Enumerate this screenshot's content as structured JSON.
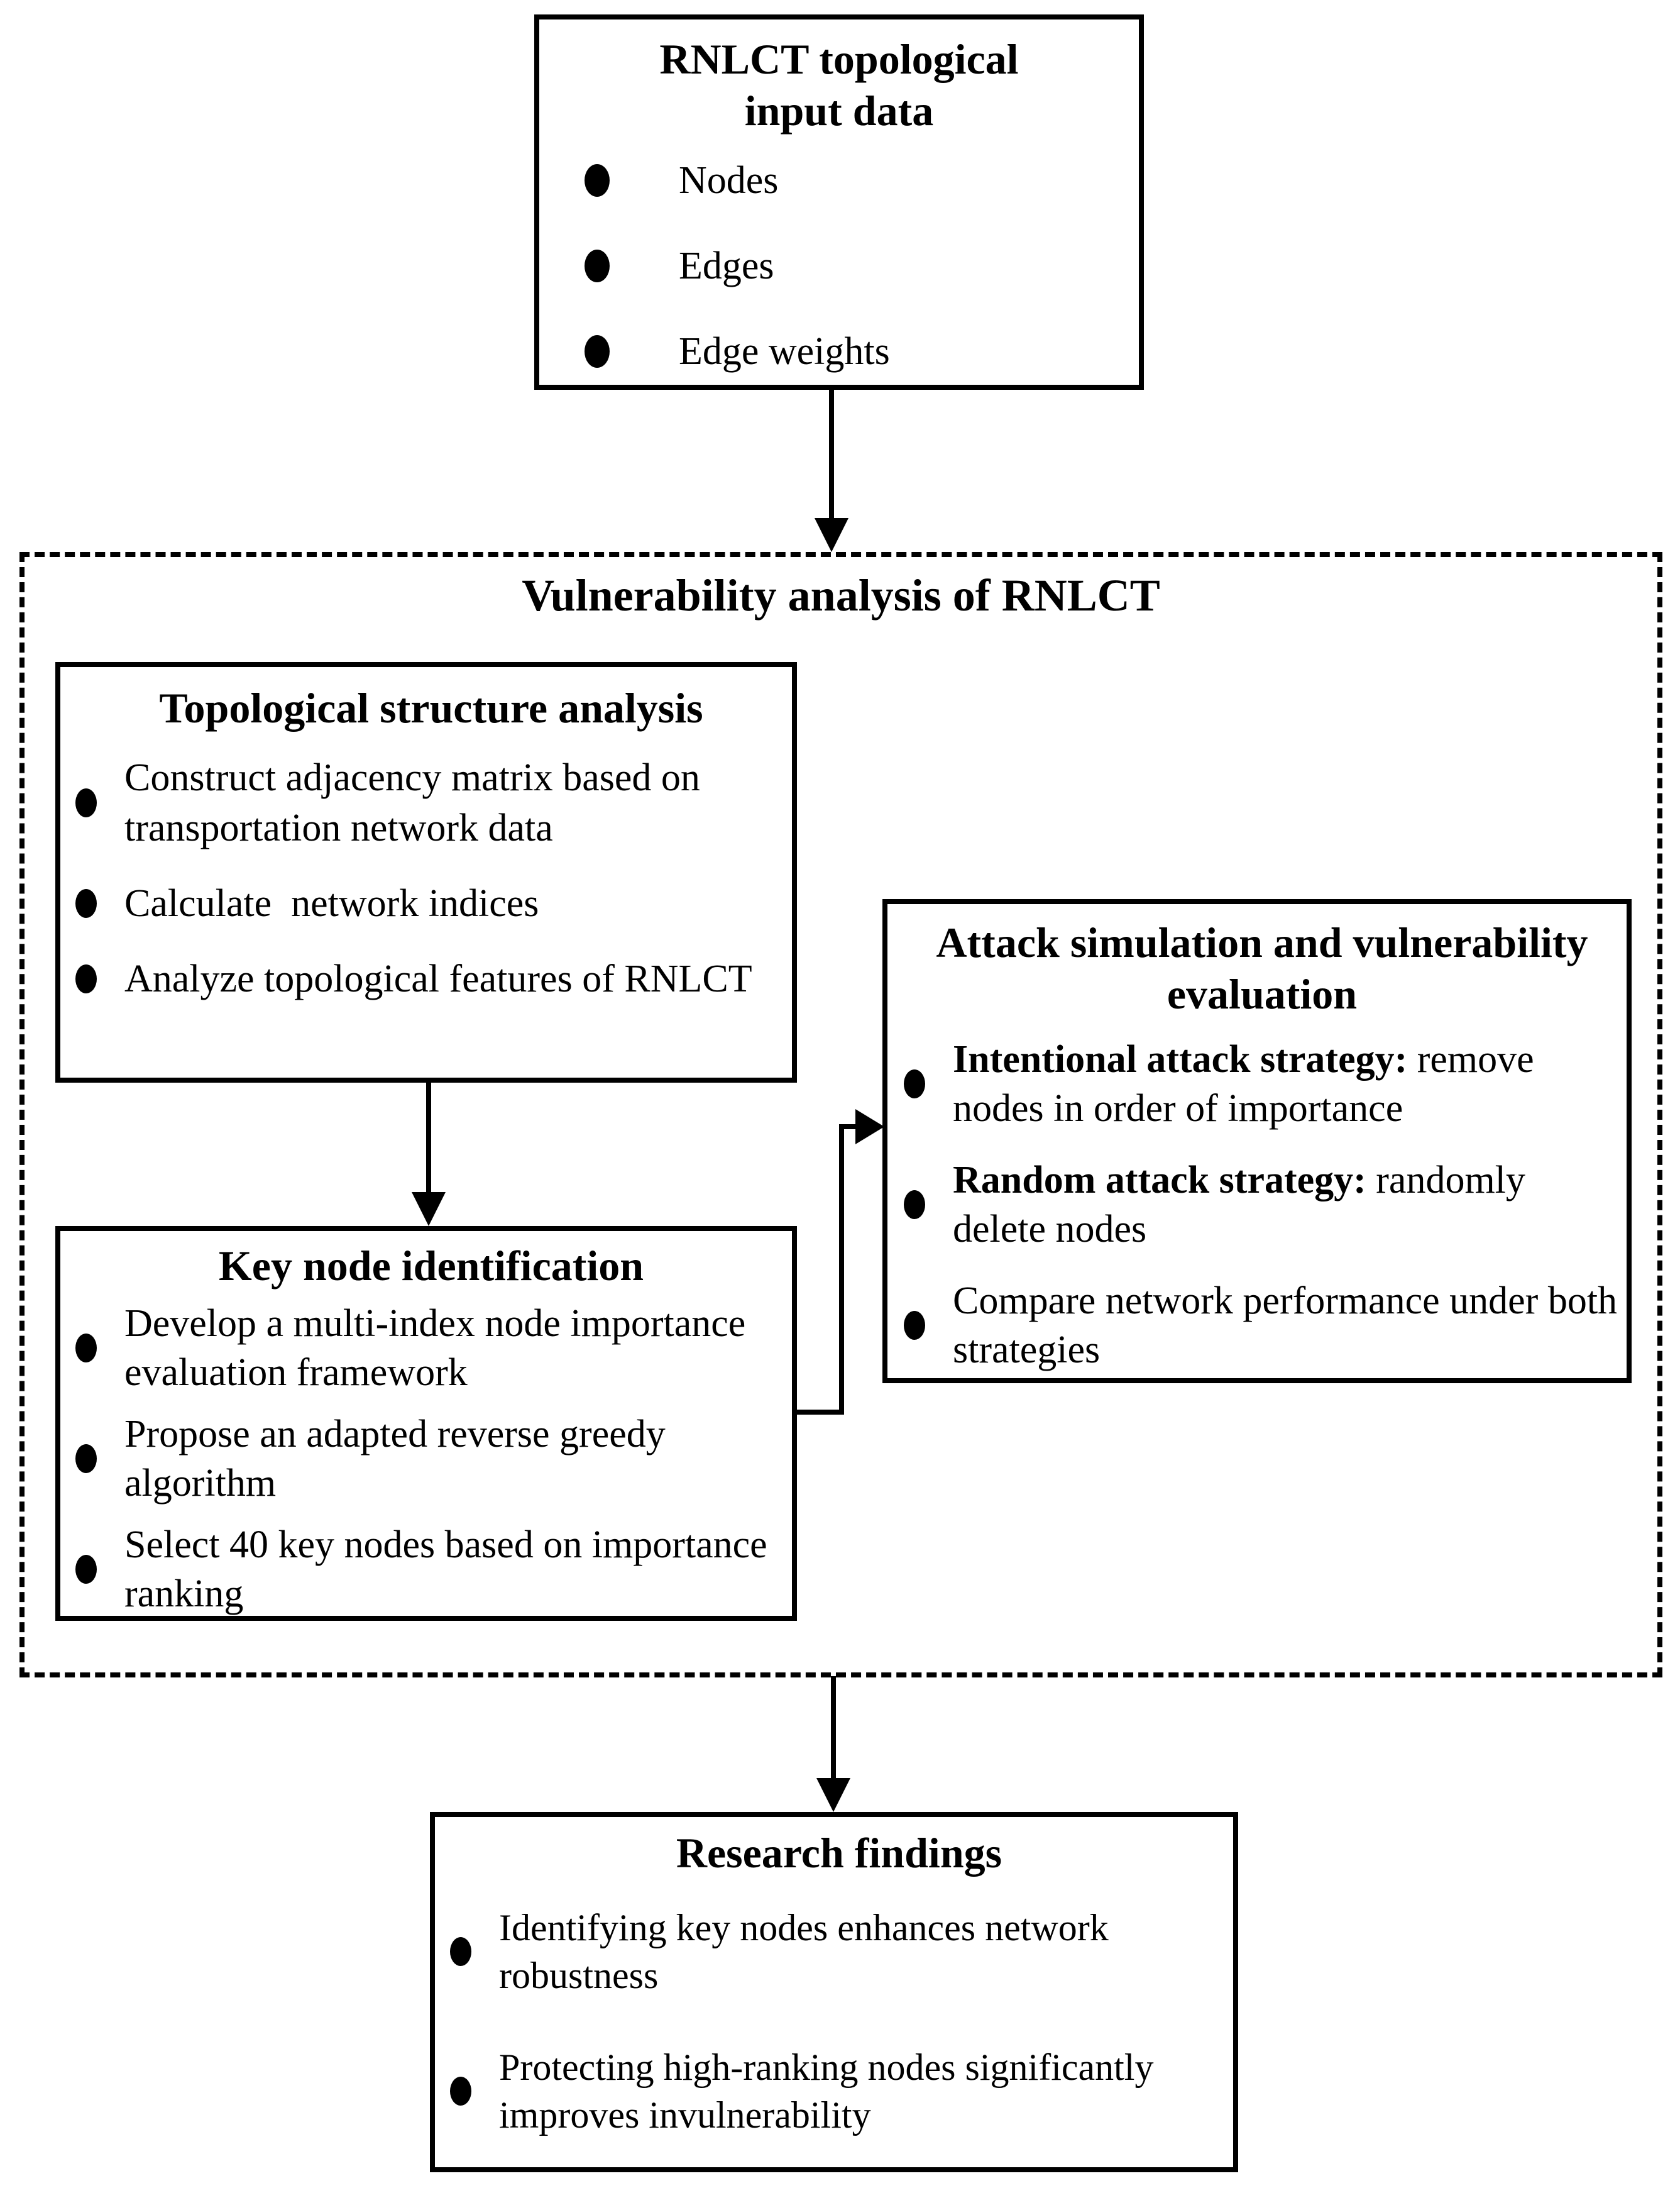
{
  "page": {
    "background": "#ffffff",
    "line_color": "#000000"
  },
  "input_box": {
    "title_line1": "RNLCT topological",
    "title_line2": "input data",
    "bullets": [
      "Nodes",
      "Edges",
      "Edge weights"
    ]
  },
  "vulnerability_container": {
    "title": "Vulnerability analysis of RNLCT",
    "topological_box": {
      "title": "Topological structure analysis",
      "bullets": [
        "Construct adjacency matrix based on transportation network data",
        "Calculate  network indices",
        "Analyze topological features of RNLCT"
      ]
    },
    "key_node_box": {
      "title": "Key node identification",
      "bullets": [
        "Develop a multi-index node importance evaluation framework",
        "Propose an adapted reverse greedy algorithm",
        "Select 40 key nodes based on importance ranking"
      ]
    },
    "attack_box": {
      "title_line1": "Attack simulation and vulnerability",
      "title_line2": "evaluation",
      "bullets": [
        {
          "lead": "Intentional attack strategy:",
          "rest": " remove nodes in order of importance"
        },
        {
          "lead": "Random attack strategy:",
          "rest": " randomly delete nodes"
        },
        {
          "lead": "",
          "rest": "Compare network performance under both strategies"
        }
      ]
    }
  },
  "findings_box": {
    "title": "Research findings",
    "bullets": [
      "Identifying key nodes enhances network robustness",
      "Protecting high-ranking nodes significantly improves invulnerability"
    ]
  }
}
